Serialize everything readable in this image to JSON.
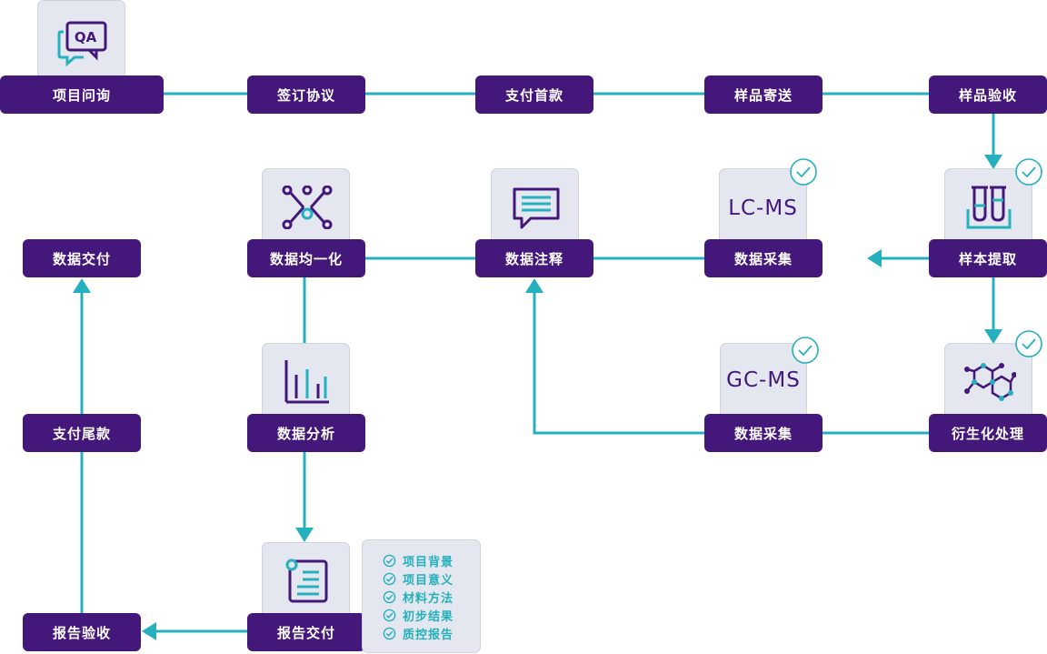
{
  "colors": {
    "node_fill": "#43187a",
    "node_text": "#ffffff",
    "connector": "#24b0bd",
    "card_fill": "#e4e7ef",
    "icon_primary": "#43187a",
    "icon_accent": "#24b0bd"
  },
  "steps": {
    "project_inquiry": "项目问询",
    "sign_agreement": "签订协议",
    "pay_first": "支付首款",
    "sample_shipping": "样品寄送",
    "sample_acceptance": "样品验收",
    "sample_extraction": "样本提取",
    "data_collection_lc": "数据采集",
    "data_annotation": "数据注释",
    "data_normalization": "数据均一化",
    "data_delivery": "数据交付",
    "derivatization": "衍生化处理",
    "data_collection_gc": "数据采集",
    "data_analysis": "数据分析",
    "pay_final": "支付尾款",
    "report_delivery": "报告交付",
    "report_acceptance": "报告验收"
  },
  "instruments": {
    "lc": "LC-MS",
    "gc": "GC-MS"
  },
  "icons": {
    "project_inquiry": "qa-chat-icon",
    "data_annotation": "message-lines-icon",
    "data_normalization": "network-nodes-icon",
    "data_analysis": "bar-chart-icon",
    "report_delivery": "report-document-icon",
    "sample_extraction": "test-tubes-icon",
    "derivatization": "molecule-icon",
    "completed": "check-circle-icon"
  },
  "report_contents": [
    "项目背景",
    "项目意义",
    "材料方法",
    "初步结果",
    "质控报告"
  ]
}
